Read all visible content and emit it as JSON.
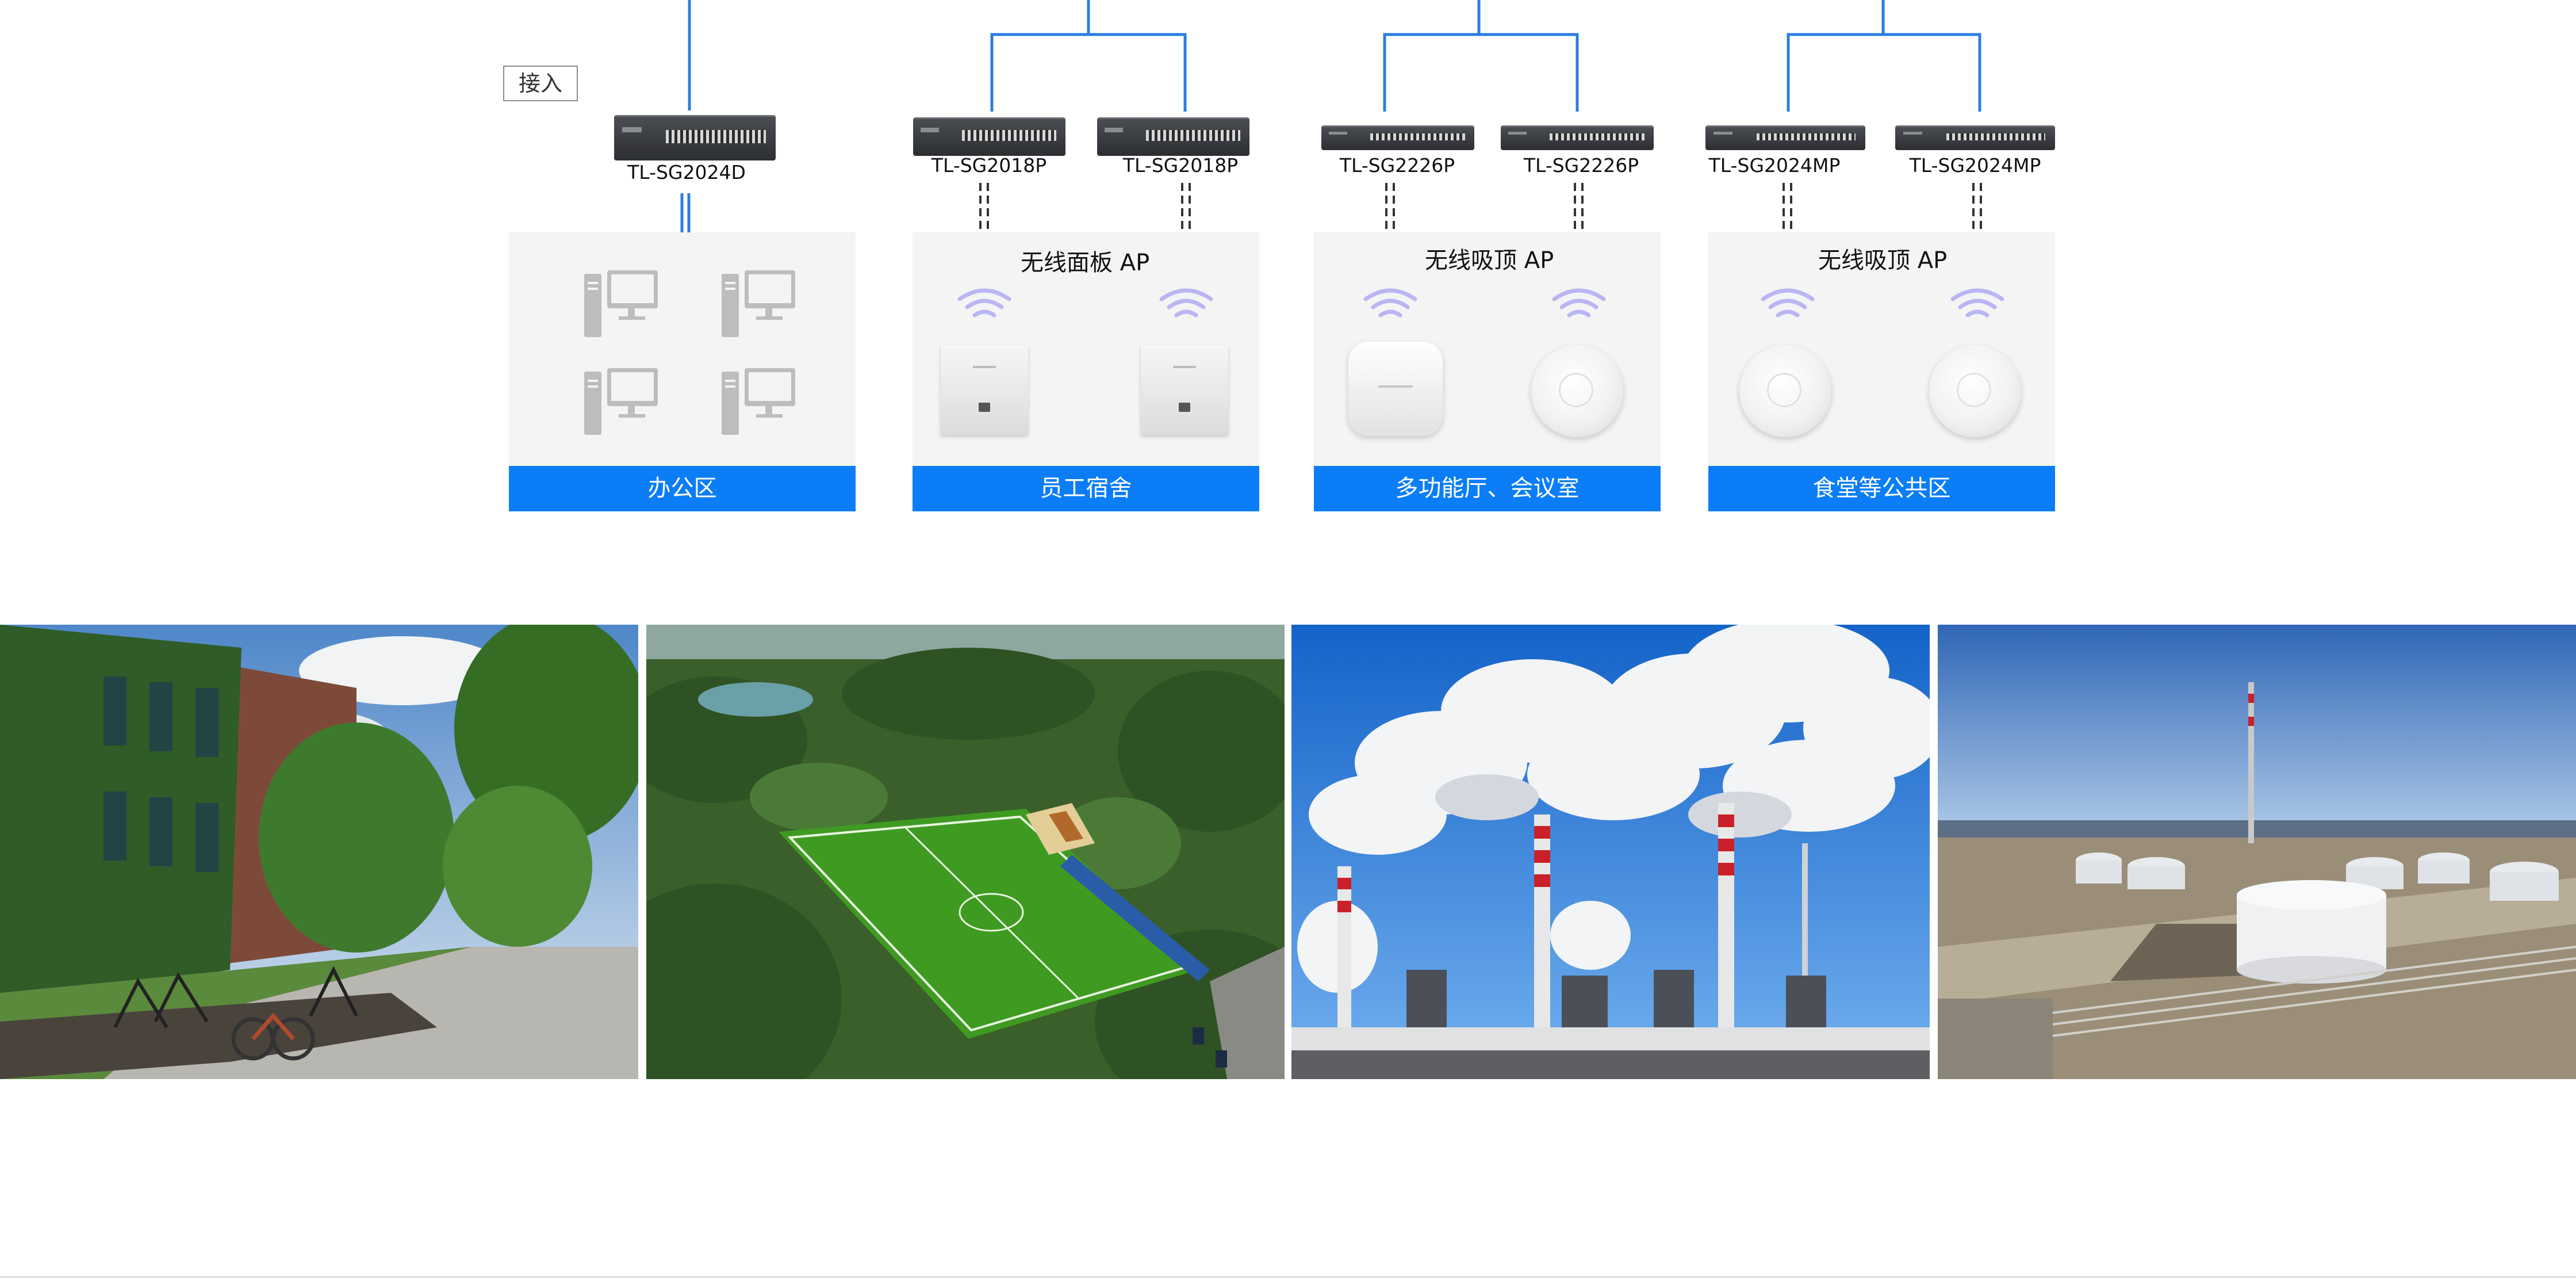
{
  "access_label": "接入",
  "zones": [
    {
      "label": "办公区",
      "switches": [
        "TL-SG2024D"
      ],
      "ap_title": ""
    },
    {
      "label": "员工宿舍",
      "switches": [
        "TL-SG2018P",
        "TL-SG2018P"
      ],
      "ap_title": "无线面板 AP"
    },
    {
      "label": "多功能厅、会议室",
      "switches": [
        "TL-SG2226P",
        "TL-SG2226P"
      ],
      "ap_title": "无线吸顶 AP"
    },
    {
      "label": "食堂等公共区",
      "switches": [
        "TL-SG2024MP",
        "TL-SG2024MP"
      ],
      "ap_title": "无线吸顶 AP"
    }
  ],
  "colors": {
    "link_blue": "#2b7de0",
    "zone_label_bg": "#0a7df7",
    "panel_bg": "#f4f4f4",
    "poe_dash": "#333333"
  },
  "icons": [
    "desktop-pc-icon",
    "wifi-signal-icon",
    "panel-ap-icon",
    "ceiling-ap-icon",
    "switch-icon"
  ],
  "photos": [
    "campus-building-photo",
    "football-field-aerial-photo",
    "power-plant-chimneys-photo",
    "oil-refinery-tanks-photo"
  ]
}
